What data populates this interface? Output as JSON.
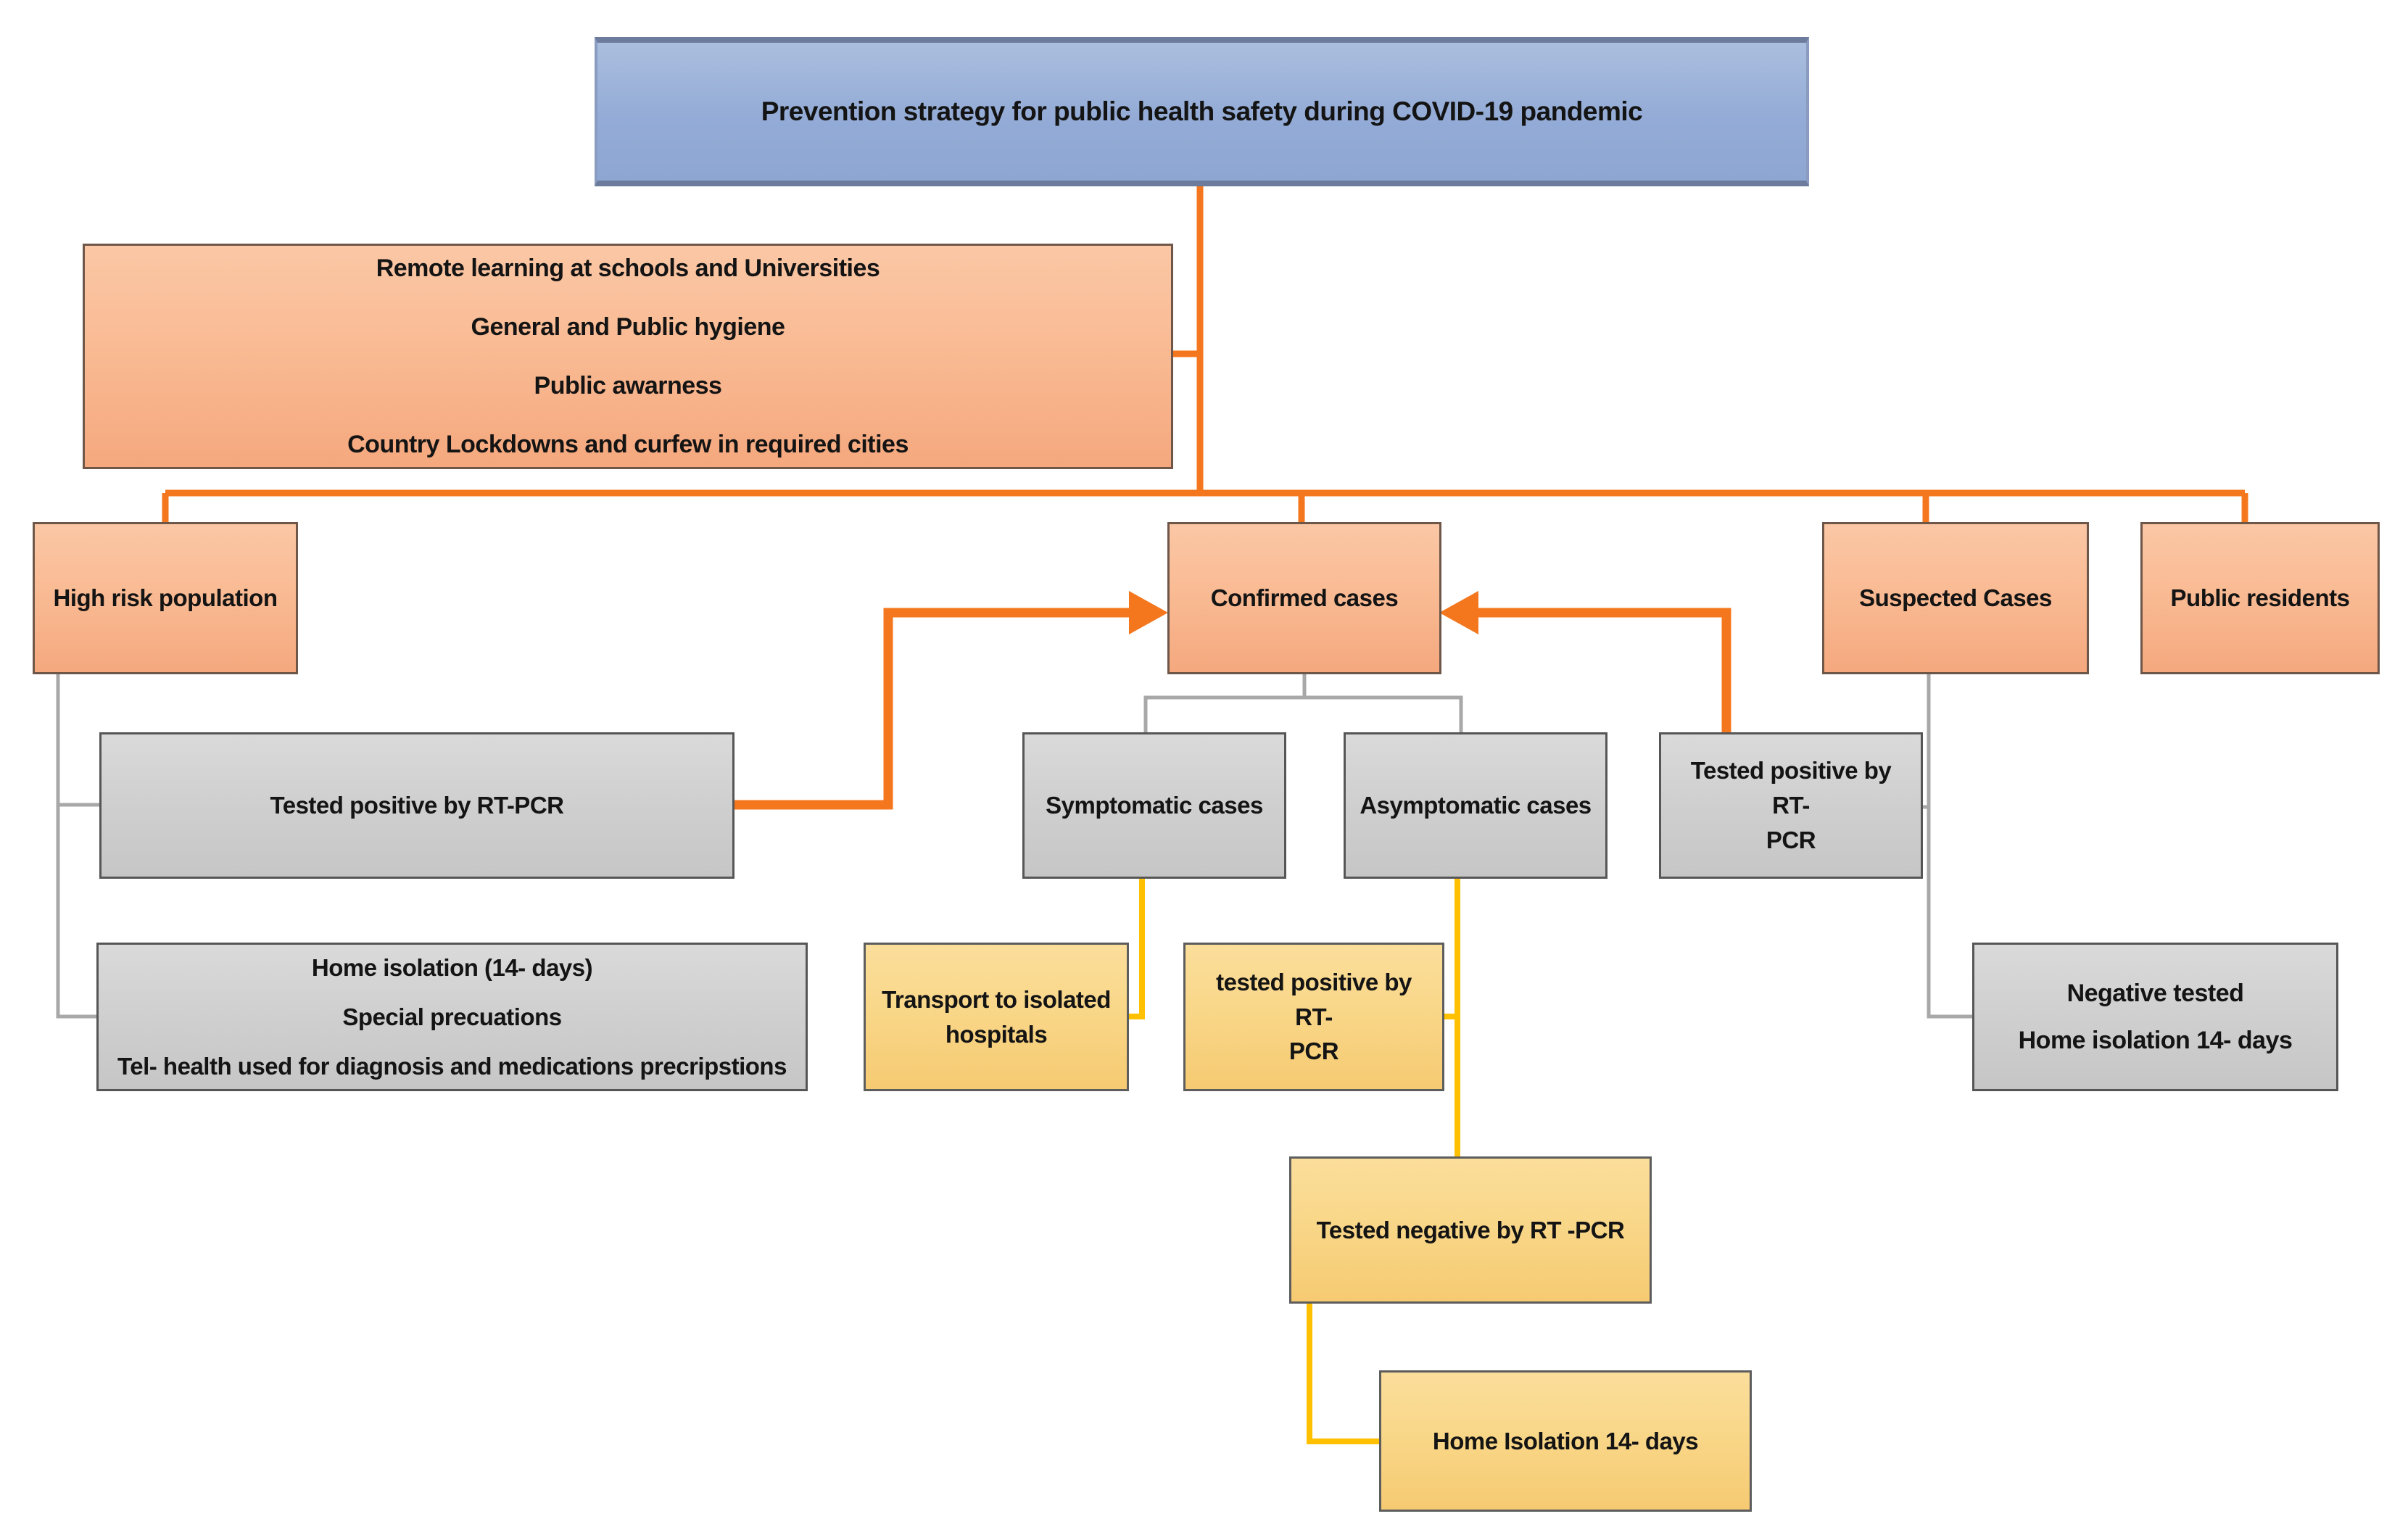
{
  "diagram_title": "Prevention strategy for public health safety during COVID-19 pandemic",
  "colors": {
    "root_fill": "#93ABD6",
    "category_fill": "#F9BB94",
    "info_fill": "#D0D0D0",
    "action_fill": "#F9D88B",
    "orange_connector": "#F4771E",
    "yellow_connector": "#FFC000",
    "gray_connector": "#A8A8A8",
    "text": "#141414"
  },
  "nodes": {
    "title": {
      "label": "Prevention strategy for public health safety during COVID-19 pandemic"
    },
    "measures": {
      "lines": [
        "Remote learning at schools and Universities",
        "General and Public hygiene",
        "Public awarness",
        "Country Lockdowns and curfew in required cities"
      ]
    },
    "high_risk": {
      "label": "High risk population"
    },
    "confirmed": {
      "label": "Confirmed cases"
    },
    "suspected": {
      "label": "Suspected Cases"
    },
    "public_residents": {
      "label": "Public residents"
    },
    "tested_positive_highrisk": {
      "label": "Tested positive by RT-PCR"
    },
    "symptomatic": {
      "label": "Symptomatic cases"
    },
    "asymptomatic": {
      "label": "Asymptomatic cases"
    },
    "tested_positive_suspected": {
      "lines": [
        "Tested positive by RT-",
        "PCR"
      ]
    },
    "home_isolation_highrisk": {
      "lines": [
        "Home isolation (14- days)",
        "Special precuations",
        "Tel- health used for diagnosis and medications precripstions"
      ]
    },
    "transport": {
      "lines": [
        "Transport to isolated",
        "hospitals"
      ]
    },
    "tested_positive_asymptomatic": {
      "lines": [
        "tested positive by RT-",
        "PCR"
      ]
    },
    "negative_tested": {
      "lines": [
        "Negative tested",
        "Home isolation 14- days"
      ]
    },
    "tested_negative": {
      "label": "Tested negative by RT -PCR"
    },
    "home_isolation_final": {
      "label": "Home Isolation 14- days"
    }
  }
}
